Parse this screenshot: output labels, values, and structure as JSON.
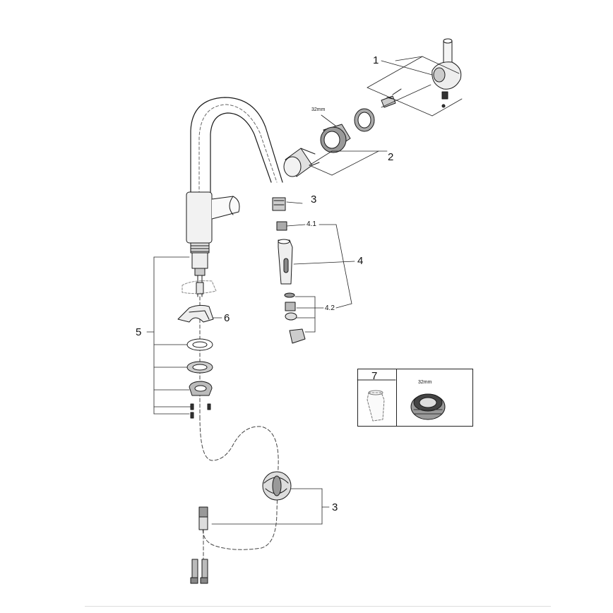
{
  "callouts": {
    "c1": "1",
    "c2": "2",
    "c3_top": "3",
    "c4": "4",
    "c4_1": "4.1",
    "c4_2": "4.2",
    "c5": "5",
    "c6": "6",
    "c3_bottom": "3",
    "c7": "7"
  },
  "dimensions": {
    "nut_top": "32mm",
    "nut_box": "32mm"
  },
  "colors": {
    "line": "#1a1a1a",
    "shade": "#9a9a9a",
    "light": "#d6d6d6"
  }
}
